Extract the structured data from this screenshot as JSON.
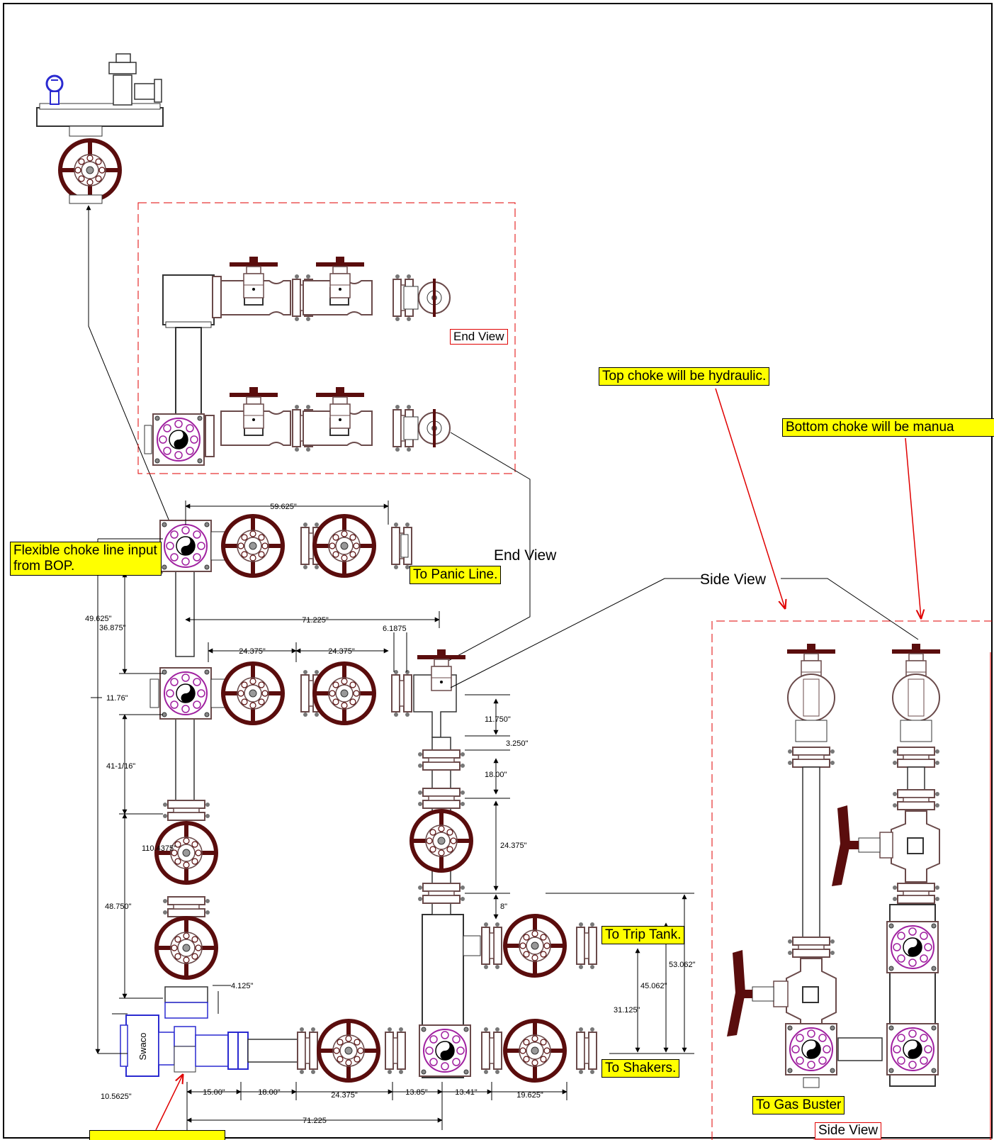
{
  "callouts": {
    "flexible_choke": "Flexible choke line input from BOP.",
    "panic_line": "To Panic Line.",
    "trip_tank": "To Trip Tank.",
    "shakers": "To Shakers.",
    "gas_buster": "To Gas Buster",
    "top_choke": "Top choke will be hydraulic.",
    "bottom_choke": "Bottom choke will be manua"
  },
  "view_labels": {
    "end_view_box": "End View",
    "end_view": "End View",
    "side_view": "Side View",
    "side_view_box": "Side View"
  },
  "brand": "Swaco",
  "dimensions": {
    "d59_625": "59.625\"",
    "d49_625": "49.625\"",
    "d36_875": "36.875\"",
    "d71_225_top": "71.225\"",
    "d6_1875": "6.1875",
    "d24_375_a": "24.375\"",
    "d24_375_b": "24.375\"",
    "d11_76": "11.76\"",
    "d11_750": "11.750\"",
    "d3_250": "3.250\"",
    "d18_00_v": "18.00\"",
    "d41_1_16": "41-1/16\"",
    "d24_375_v": "24.375\"",
    "d110_4375": "110.4375\"",
    "d8": "8\"",
    "d48_750": "48.750\"",
    "d53_062": "53.062\"",
    "d45_062": "45.062\"",
    "d4_125": "4.125\"",
    "d31_125": "31.125\"",
    "d10_5625": "10.5625\"",
    "d15_00": "15.00\"",
    "d18_00_h": "18.00\"",
    "d24_375_h": "24.375\"",
    "d13_85": "13.85\"",
    "d13_41": "13.41\"",
    "d19_625": "19.625\"",
    "d71_225_bottom": "71.225"
  },
  "colors": {
    "valve": "#5a0d0d",
    "body": "#8a6a6a",
    "flange_ring": "#a020a0",
    "callout_bg": "#ffff00",
    "leader_red": "#e00000",
    "swaco_blue": "#2a2ad0"
  },
  "icons": {
    "gate_valve": "handwheel-valve-icon",
    "choke": "adjustable-choke-icon",
    "cross": "flanged-cross-icon",
    "gauge": "pressure-gauge-icon"
  }
}
